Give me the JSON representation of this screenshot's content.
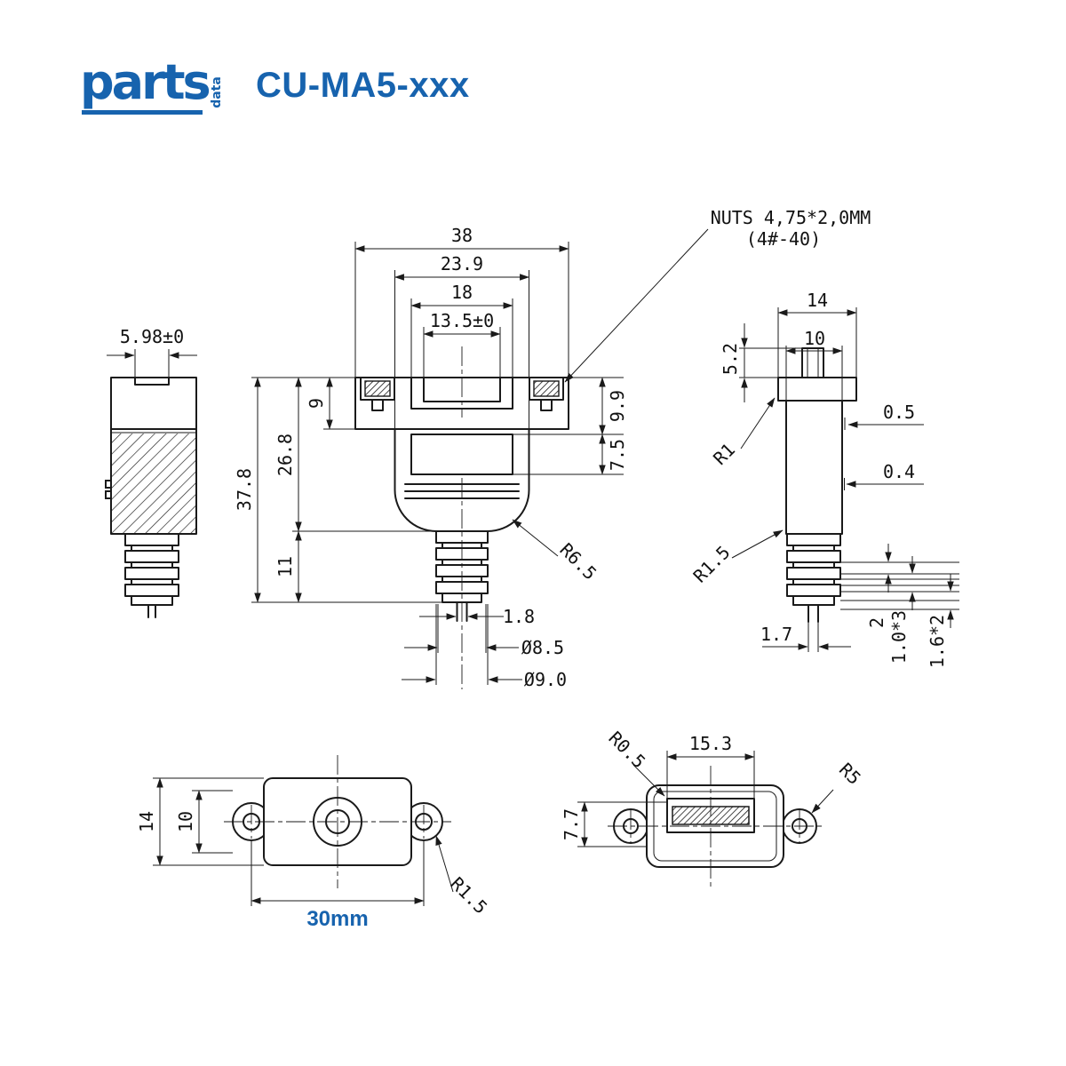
{
  "header": {
    "logo_main": "parts",
    "logo_sub": "data",
    "title": "CU-MA5-xxx"
  },
  "note": {
    "line1": "NUTS 4,75*2,0MM",
    "line2": "(4#-40)"
  },
  "front_view": {
    "dims": {
      "overall_width": "38",
      "body_width": "23.9",
      "shroud_width": "18",
      "opening_width": "13.5±0",
      "flange_height": "9",
      "body_height": "26.8",
      "overall_height": "37.8",
      "boot_height": "11",
      "right_upper": "9.9",
      "right_lower": "7.5",
      "body_corner_radius": "R6.5",
      "cable_width": "1.8",
      "boot_inner_dia": "Ø8.5",
      "boot_outer_dia": "Ø9.0"
    }
  },
  "left_view": {
    "dims": {
      "shroud_depth": "5.98±0"
    }
  },
  "right_view": {
    "dims": {
      "overall_depth": "14",
      "body_depth": "10",
      "boss_height": "5.2",
      "upper_step": "0.5",
      "lower_step": "0.4",
      "flange_radius": "R1",
      "body_radius": "R1.5",
      "cable_offset": "1.7",
      "rib_pitch_single": "2",
      "rib_pitch_small": "1.0*3",
      "rib_pitch_large": "1.6*2"
    }
  },
  "plan_view": {
    "dims": {
      "body_depth": "14",
      "inner_depth": "10",
      "ear_radius": "R1.5",
      "hole_spacing": "30mm"
    }
  },
  "bottom_view": {
    "dims": {
      "slot_width": "15.3",
      "slot_corner_radius": "R0.5",
      "ear_radius": "R5",
      "slot_depth": "7.7"
    }
  }
}
